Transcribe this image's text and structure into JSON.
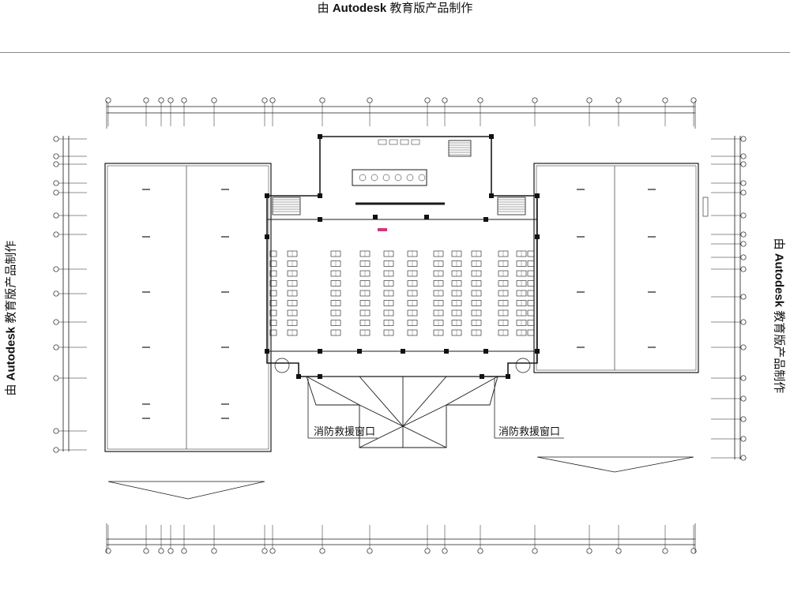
{
  "watermark": {
    "prefix": "由",
    "brand": "Autodesk",
    "suffix": "教育版产品制作"
  },
  "callouts": [
    {
      "label": "消防救援窗口"
    },
    {
      "label": "消防救援窗口"
    }
  ],
  "colors": {
    "line": "#1a1a1a",
    "accent": "#d2367a"
  }
}
